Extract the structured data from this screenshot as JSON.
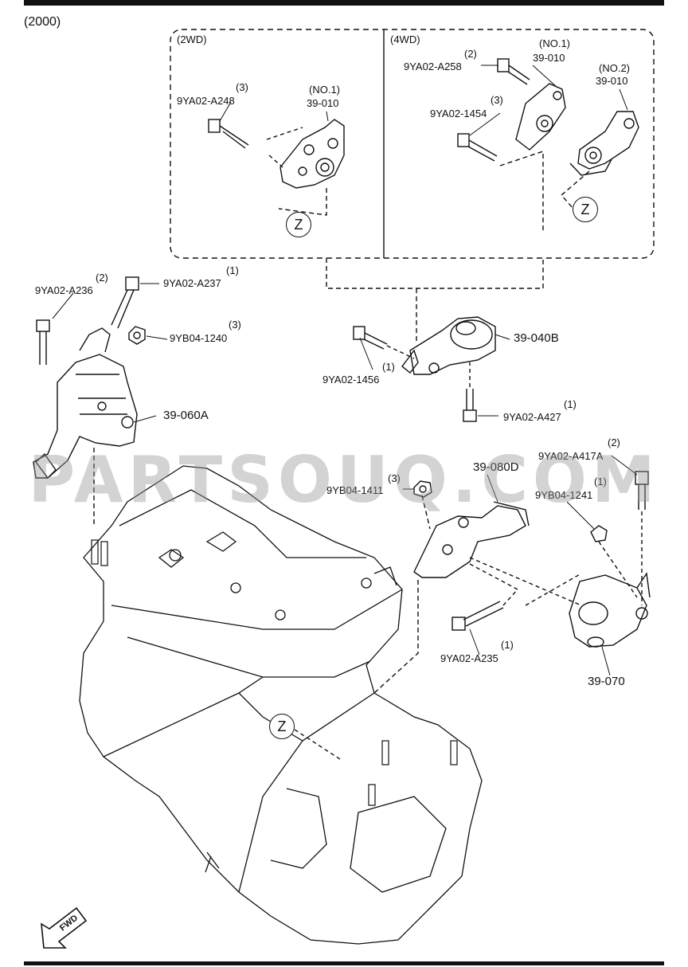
{
  "diagram": {
    "title": "(2000)",
    "box_2wd": "(2WD)",
    "box_4wd": "(4WD)",
    "watermark": "PARTSOUQ.COM",
    "fwd": "FWD",
    "z": "Z",
    "colors": {
      "line": "#111111",
      "watermark": "#969696",
      "background": "#ffffff"
    },
    "callouts": [
      {
        "id": "9ya02-a248",
        "part": "9YA02-A248",
        "qty": "(3)"
      },
      {
        "id": "39-010-2wd",
        "part": "39-010",
        "qty": "(NO.1)"
      },
      {
        "id": "9ya02-a258",
        "part": "9YA02-A258",
        "qty": "(2)"
      },
      {
        "id": "39-010-4wd-no1",
        "part": "39-010",
        "qty": "(NO.1)"
      },
      {
        "id": "39-010-4wd-no2",
        "part": "39-010",
        "qty": "(NO.2)"
      },
      {
        "id": "9ya02-1454",
        "part": "9YA02-1454",
        "qty": "(3)"
      },
      {
        "id": "9ya02-a236",
        "part": "9YA02-A236",
        "qty": "(2)"
      },
      {
        "id": "9ya02-a237",
        "part": "9YA02-A237",
        "qty": "(1)"
      },
      {
        "id": "9yb04-1240",
        "part": "9YB04-1240",
        "qty": "(3)"
      },
      {
        "id": "39-060a",
        "part": "39-060A",
        "qty": ""
      },
      {
        "id": "39-040b",
        "part": "39-040B",
        "qty": ""
      },
      {
        "id": "9ya02-1456",
        "part": "9YA02-1456",
        "qty": "(1)"
      },
      {
        "id": "9ya02-a427",
        "part": "9YA02-A427",
        "qty": "(1)"
      },
      {
        "id": "9ya02-a417a",
        "part": "9YA02-A417A",
        "qty": "(2)"
      },
      {
        "id": "39-080d",
        "part": "39-080D",
        "qty": ""
      },
      {
        "id": "9yb04-1411",
        "part": "9YB04-1411",
        "qty": "(3)"
      },
      {
        "id": "9yb04-1241",
        "part": "9YB04-1241",
        "qty": "(1)"
      },
      {
        "id": "9ya02-a235",
        "part": "9YA02-A235",
        "qty": "(1)"
      },
      {
        "id": "39-070",
        "part": "39-070",
        "qty": ""
      }
    ]
  }
}
